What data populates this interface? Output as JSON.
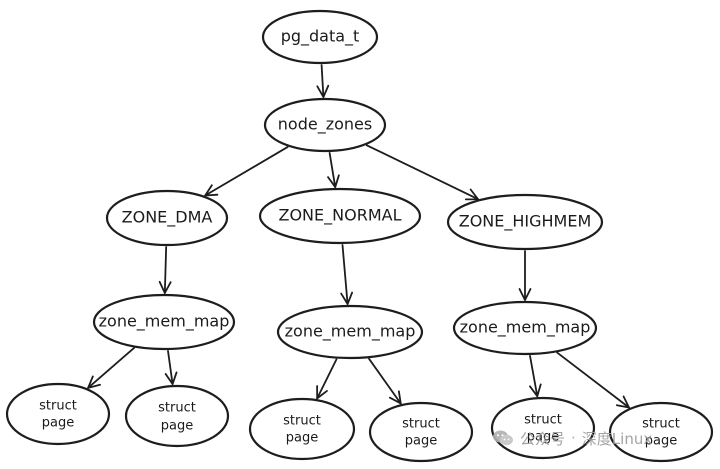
{
  "diagram": {
    "nodes": {
      "pg_data_t": "pg_data_t",
      "node_zones": "node_zones",
      "zone_dma": "ZONE_DMA",
      "zone_normal": "ZONE_NORMAL",
      "zone_highmem": "ZONE_HIGHMEM",
      "mem_map_dma": "zone_mem_map",
      "mem_map_normal": "zone_mem_map",
      "mem_map_highmem": "zone_mem_map",
      "page_dma_1": [
        "struct",
        "page"
      ],
      "page_dma_2": [
        "struct",
        "page"
      ],
      "page_normal_1": [
        "struct",
        "page"
      ],
      "page_normal_2": [
        "struct",
        "page"
      ],
      "page_highmem_1": [
        "struct",
        "page"
      ],
      "page_highmem_2": [
        "struct",
        "page"
      ]
    },
    "edges": [
      [
        "pg_data_t",
        "node_zones"
      ],
      [
        "node_zones",
        "zone_dma"
      ],
      [
        "node_zones",
        "zone_normal"
      ],
      [
        "node_zones",
        "zone_highmem"
      ],
      [
        "zone_dma",
        "mem_map_dma"
      ],
      [
        "zone_normal",
        "mem_map_normal"
      ],
      [
        "zone_highmem",
        "mem_map_highmem"
      ],
      [
        "mem_map_dma",
        "page_dma_1"
      ],
      [
        "mem_map_dma",
        "page_dma_2"
      ],
      [
        "mem_map_normal",
        "page_normal_1"
      ],
      [
        "mem_map_normal",
        "page_normal_2"
      ],
      [
        "mem_map_highmem",
        "page_highmem_1"
      ],
      [
        "mem_map_highmem",
        "page_highmem_2"
      ]
    ]
  },
  "watermark": {
    "account_label": "公众号",
    "separator": "·",
    "account_name": "深度Linux",
    "icon": "wechat-icon",
    "color": "#9a9a9a"
  }
}
